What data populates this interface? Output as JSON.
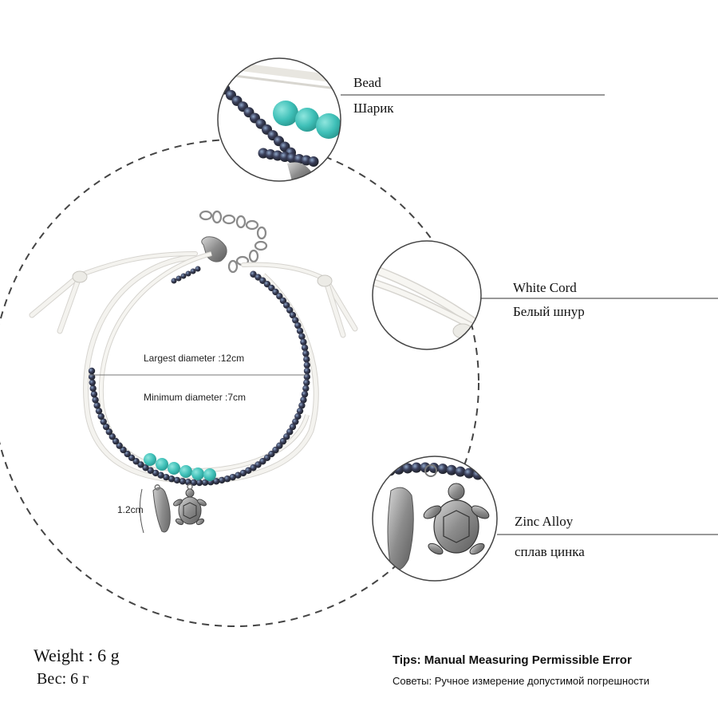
{
  "callouts": {
    "bead": {
      "en": "Bead",
      "ru": "Шарик"
    },
    "cord": {
      "en": "White Cord",
      "ru": "Белый шнур"
    },
    "alloy": {
      "en": "Zinc Alloy",
      "ru": "сплав цинка"
    }
  },
  "dimensions": {
    "largest": "Largest diameter :12cm",
    "minimum": "Minimum diameter :7cm",
    "charm": "1.2cm"
  },
  "weight": {
    "en": "Weight : 6 g",
    "ru": "Вес: 6 г"
  },
  "tips": {
    "en": "Tips: Manual Measuring Permissible Error",
    "ru": "Советы: Ручное измерение допустимой погрешности"
  },
  "colors": {
    "turquoise": "#3fc0b8",
    "bead_dark": "#3a3f4a",
    "cord": "#f4f3ef",
    "silver": "#9a9a9a",
    "dashed_circle": "#444444"
  }
}
